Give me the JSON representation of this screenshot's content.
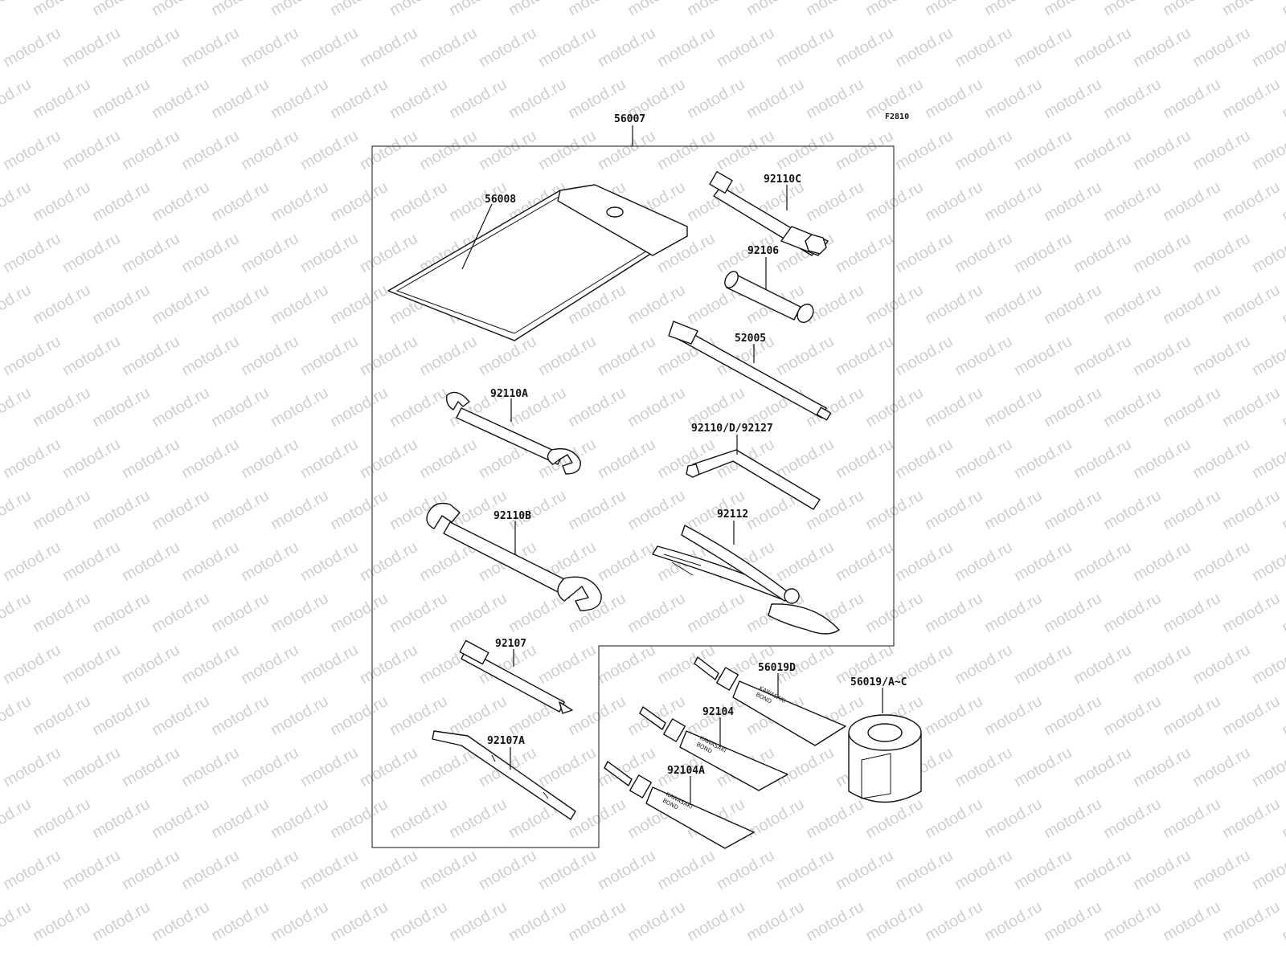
{
  "figure_code": "F2810",
  "watermark_text": "motod.ru",
  "kit_label": "56007",
  "tube_brand": "KAWASAKI",
  "tube_product": "BOND",
  "parts": [
    {
      "key": "pouch",
      "label": "56008",
      "icon": "tool-pouch-icon"
    },
    {
      "key": "spark_wrench",
      "label": "92110C",
      "icon": "spark-plug-wrench-icon"
    },
    {
      "key": "socket",
      "label": "92106",
      "icon": "socket-adapter-icon"
    },
    {
      "key": "extension",
      "label": "52005",
      "icon": "extension-bar-icon"
    },
    {
      "key": "wrench_a",
      "label": "92110A",
      "icon": "open-end-wrench-icon"
    },
    {
      "key": "hex_key",
      "label": "92110/D/92127",
      "icon": "hex-key-icon"
    },
    {
      "key": "wrench_b",
      "label": "92110B",
      "icon": "open-end-wrench-large-icon"
    },
    {
      "key": "pliers",
      "label": "92112",
      "icon": "pliers-icon"
    },
    {
      "key": "screwdriver_handle",
      "label": "92107",
      "icon": "screwdriver-bit-icon"
    },
    {
      "key": "screwdriver",
      "label": "92107A",
      "icon": "screwdriver-icon"
    },
    {
      "key": "bond_d",
      "label": "56019D",
      "icon": "bond-tube-icon"
    },
    {
      "key": "bond",
      "label": "92104",
      "icon": "bond-tube-icon"
    },
    {
      "key": "bond_a",
      "label": "92104A",
      "icon": "bond-tube-icon"
    },
    {
      "key": "tape_roll",
      "label": "56019/A~C",
      "icon": "tape-roll-icon"
    }
  ]
}
